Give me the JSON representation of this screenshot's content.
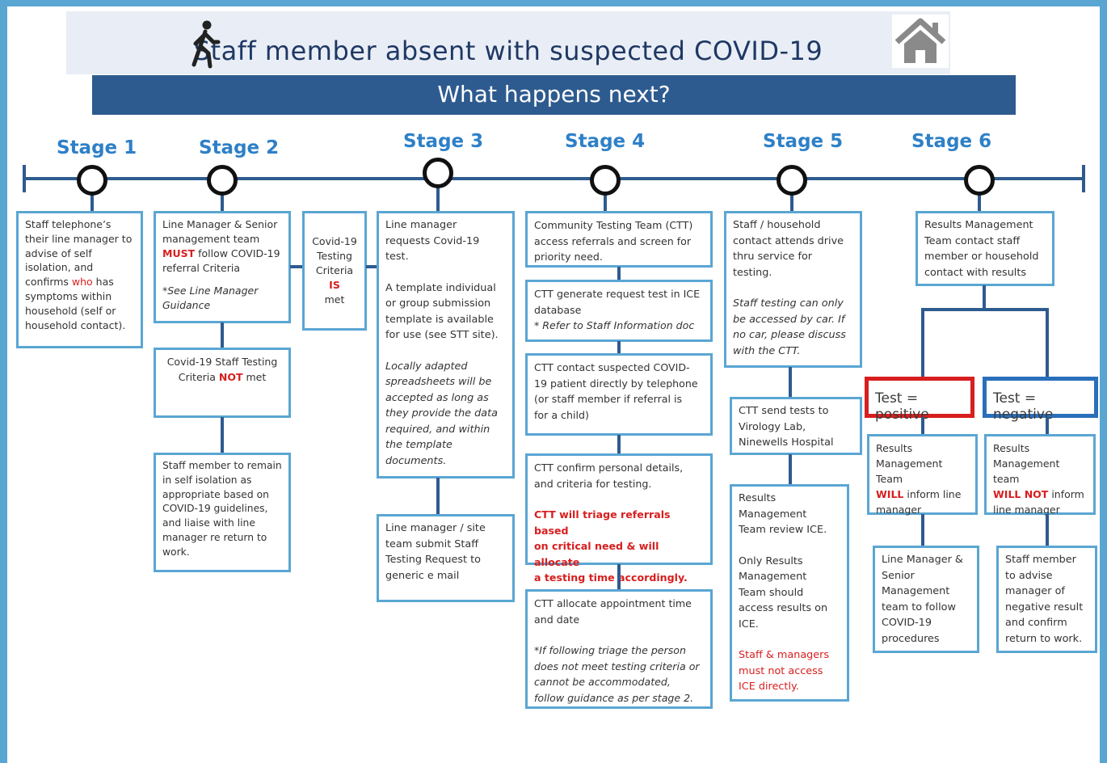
{
  "header": {
    "title": "Staff member absent with suspected COVID-19",
    "subtitle": "What happens next?",
    "walker_icon": "person-walking-icon",
    "home_icon": "house-icon"
  },
  "colors": {
    "accent": "#5aa6d3",
    "navy": "#2e5b8f",
    "stage_blue": "#2e80c7",
    "alert_red": "#d81e1e",
    "positive_border": "#d81e1e",
    "negative_border": "#2a6fba"
  },
  "stages": [
    "Stage 1",
    "Stage 2",
    "Stage 3",
    "Stage 4",
    "Stage 5",
    "Stage 6"
  ],
  "stage1": {
    "box": {
      "l1": "Staff telephone’s",
      "l2": "their line manager to",
      "l3": "advise of self",
      "l4": "isolation, and",
      "l5a": "confirms ",
      "l5b": "who",
      "l5c": " has",
      "l6": "symptoms within",
      "l7": "household (self or",
      "l8": "household contact)."
    }
  },
  "stage2": {
    "box1": {
      "l1": "Line Manager & Senior",
      "l2": "management team",
      "l3a": "MUST",
      "l3b": " follow COVID-19",
      "l4": "referral Criteria",
      "l5": "*See Line Manager",
      "l6": "Guidance"
    },
    "criteria": {
      "l1": "Covid-19",
      "l2": "Testing",
      "l3": "Criteria",
      "l4": "IS",
      "l5": "met"
    },
    "box2": {
      "l1": "Covid-19 Staff Testing",
      "l2a": "Criteria ",
      "l2b": "NOT",
      "l2c": " met"
    },
    "box3": {
      "l1": "Staff member to remain",
      "l2": "in self isolation as",
      "l3": "appropriate based on",
      "l4": "COVID-19 guidelines,",
      "l5": "and liaise with line",
      "l6": "manager re return to",
      "l7": "work."
    }
  },
  "stage3": {
    "box1": {
      "l1": "Line manager",
      "l2": "requests Covid-19",
      "l3": "test.",
      "l4": "A template individual",
      "l5": "or group submission",
      "l6": "template is available",
      "l7": "for use (see STT site).",
      "l8": "Locally adapted",
      "l9": "spreadsheets will be",
      "l10": "accepted as long as",
      "l11": "they provide the data",
      "l12": "required, and within",
      "l13": "the template",
      "l14": "documents."
    },
    "box2": {
      "l1": "Line manager / site",
      "l2": "team submit Staff",
      "l3": "Testing Request to",
      "l4": "generic e mail"
    }
  },
  "stage4": {
    "box1": {
      "l1": "Community Testing Team (CTT)",
      "l2": "access referrals and screen for",
      "l3": "priority need."
    },
    "box2": {
      "l1": "CTT generate request test in ICE",
      "l2": "database",
      "l3": "* Refer to Staff Information doc"
    },
    "box3": {
      "l1": "CTT contact suspected COVID-",
      "l2": "19 patient directly by telephone",
      "l3": "(or staff member if referral is",
      "l4": "for a child)"
    },
    "box4": {
      "l1": "CTT confirm personal details,",
      "l2": "and criteria for testing.",
      "l3": "CTT will triage referrals based",
      "l4": "on critical need & will allocate",
      "l5": "a testing time accordingly."
    },
    "box5": {
      "l1": "CTT allocate appointment time",
      "l2": "and date",
      "l3": "*If following triage the person",
      "l4": "does not meet testing criteria or",
      "l5": "cannot be accommodated,",
      "l6": "follow guidance as per stage 2."
    }
  },
  "stage5": {
    "box1": {
      "l1": "Staff / household",
      "l2": "contact attends drive",
      "l3": "thru service for",
      "l4": "testing.",
      "l5": "Staff testing can only",
      "l6": "be accessed by car. If",
      "l7": "no car, please discuss",
      "l8": "with the CTT."
    },
    "box2": {
      "l1": "CTT send tests to",
      "l2": "Virology Lab,",
      "l3": "Ninewells Hospital"
    },
    "box3": {
      "l1": "Results",
      "l2": "Management",
      "l3": "Team review ICE.",
      "l4": "Only Results",
      "l5": "Management",
      "l6": "Team  should",
      "l7": "access results on",
      "l8": "ICE.",
      "l9": "Staff & managers",
      "l10": "must not access",
      "l11": "ICE directly."
    }
  },
  "stage6": {
    "box1": {
      "l1": "Results Management",
      "l2": "Team contact staff",
      "l3": "member or household",
      "l4": "contact with results"
    },
    "positive": "Test = positive",
    "negative": "Test = negative",
    "pos_inform": {
      "l1": "Results",
      "l2": "Management Team",
      "l3a": "WILL",
      "l3b": " inform line",
      "l4": "manager"
    },
    "neg_inform": {
      "l1": "Results",
      "l2": "Management team",
      "l3a": "WILL NOT",
      "l3b": " inform",
      "l4": "line manager"
    },
    "pos_follow": {
      "l1": "Line Manager &",
      "l2": "Senior",
      "l3": "Management",
      "l4": "team to follow",
      "l5": "COVID-19",
      "l6": "procedures"
    },
    "neg_follow": {
      "l1": "Staff member",
      "l2": "to advise",
      "l3": "manager of",
      "l4": "negative result",
      "l5": "and confirm",
      "l6": "return to work."
    }
  }
}
